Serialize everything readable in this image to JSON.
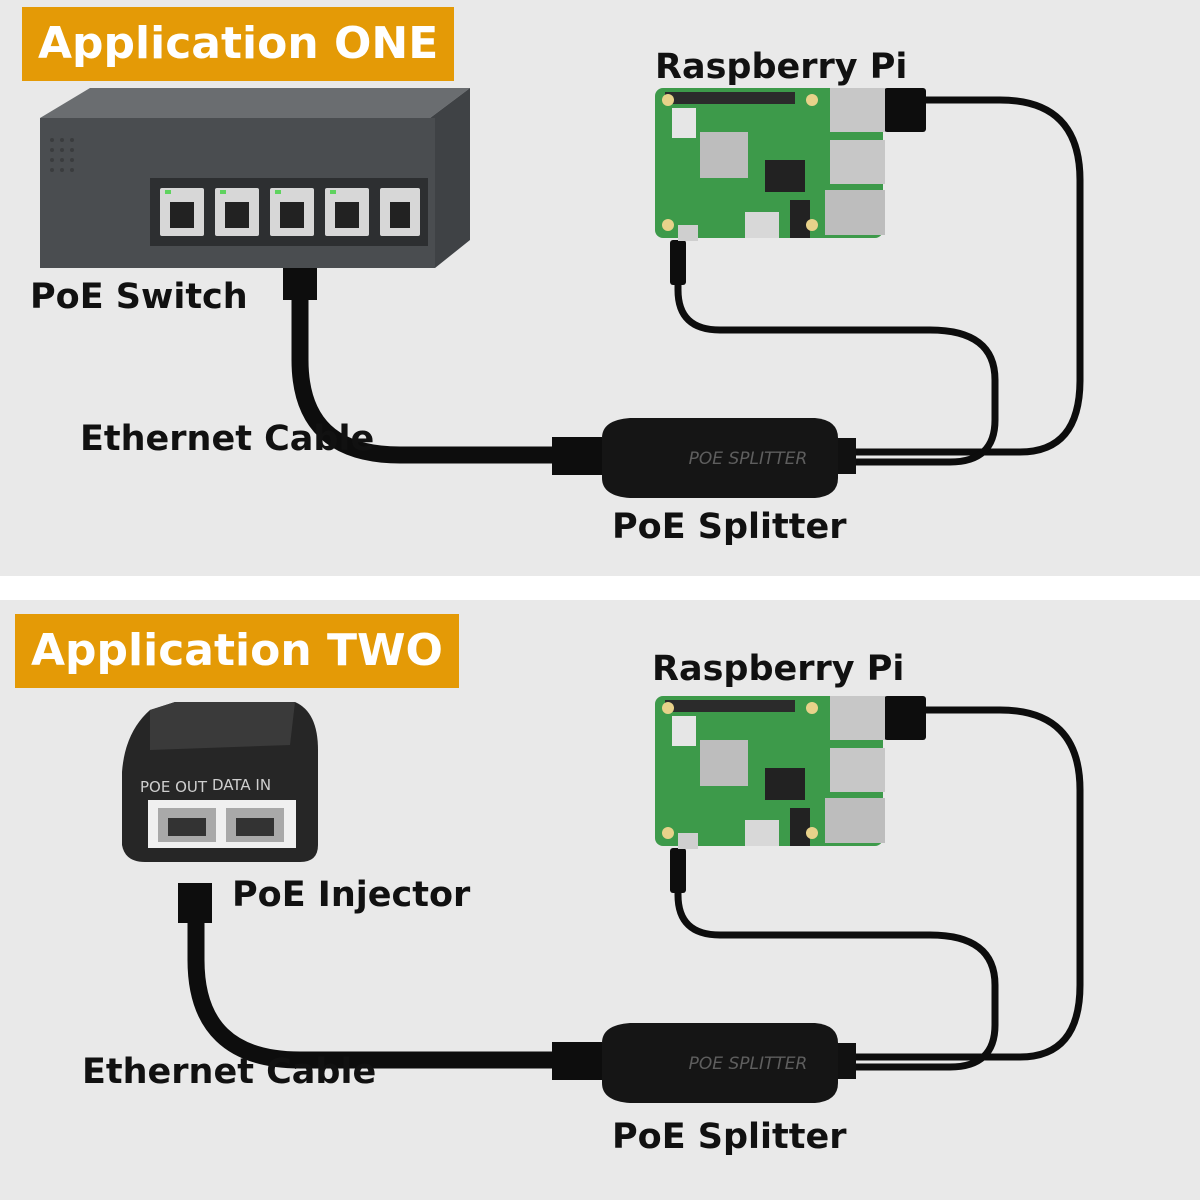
{
  "application_one": {
    "badge": "Application ONE",
    "labels": {
      "raspberry_pi": "Raspberry Pi",
      "poe_switch": "PoE Switch",
      "ethernet_cable": "Ethernet Cable",
      "poe_splitter": "PoE Splitter"
    },
    "splitter_marking": "POE SPLITTER"
  },
  "application_two": {
    "badge": "Application TWO",
    "labels": {
      "raspberry_pi": "Raspberry Pi",
      "poe_injector": "PoE Injector",
      "ethernet_cable": "Ethernet Cable",
      "poe_splitter": "PoE Splitter"
    },
    "injector_markings": {
      "poe_out": "POE OUT",
      "data_in": "DATA IN"
    },
    "splitter_marking": "POE SPLITTER"
  },
  "colors": {
    "badge_orange": "#e49a06",
    "background": "#e9e9e9",
    "pcb_green": "#3d9a4a",
    "cable_black": "#0d0d0d"
  }
}
